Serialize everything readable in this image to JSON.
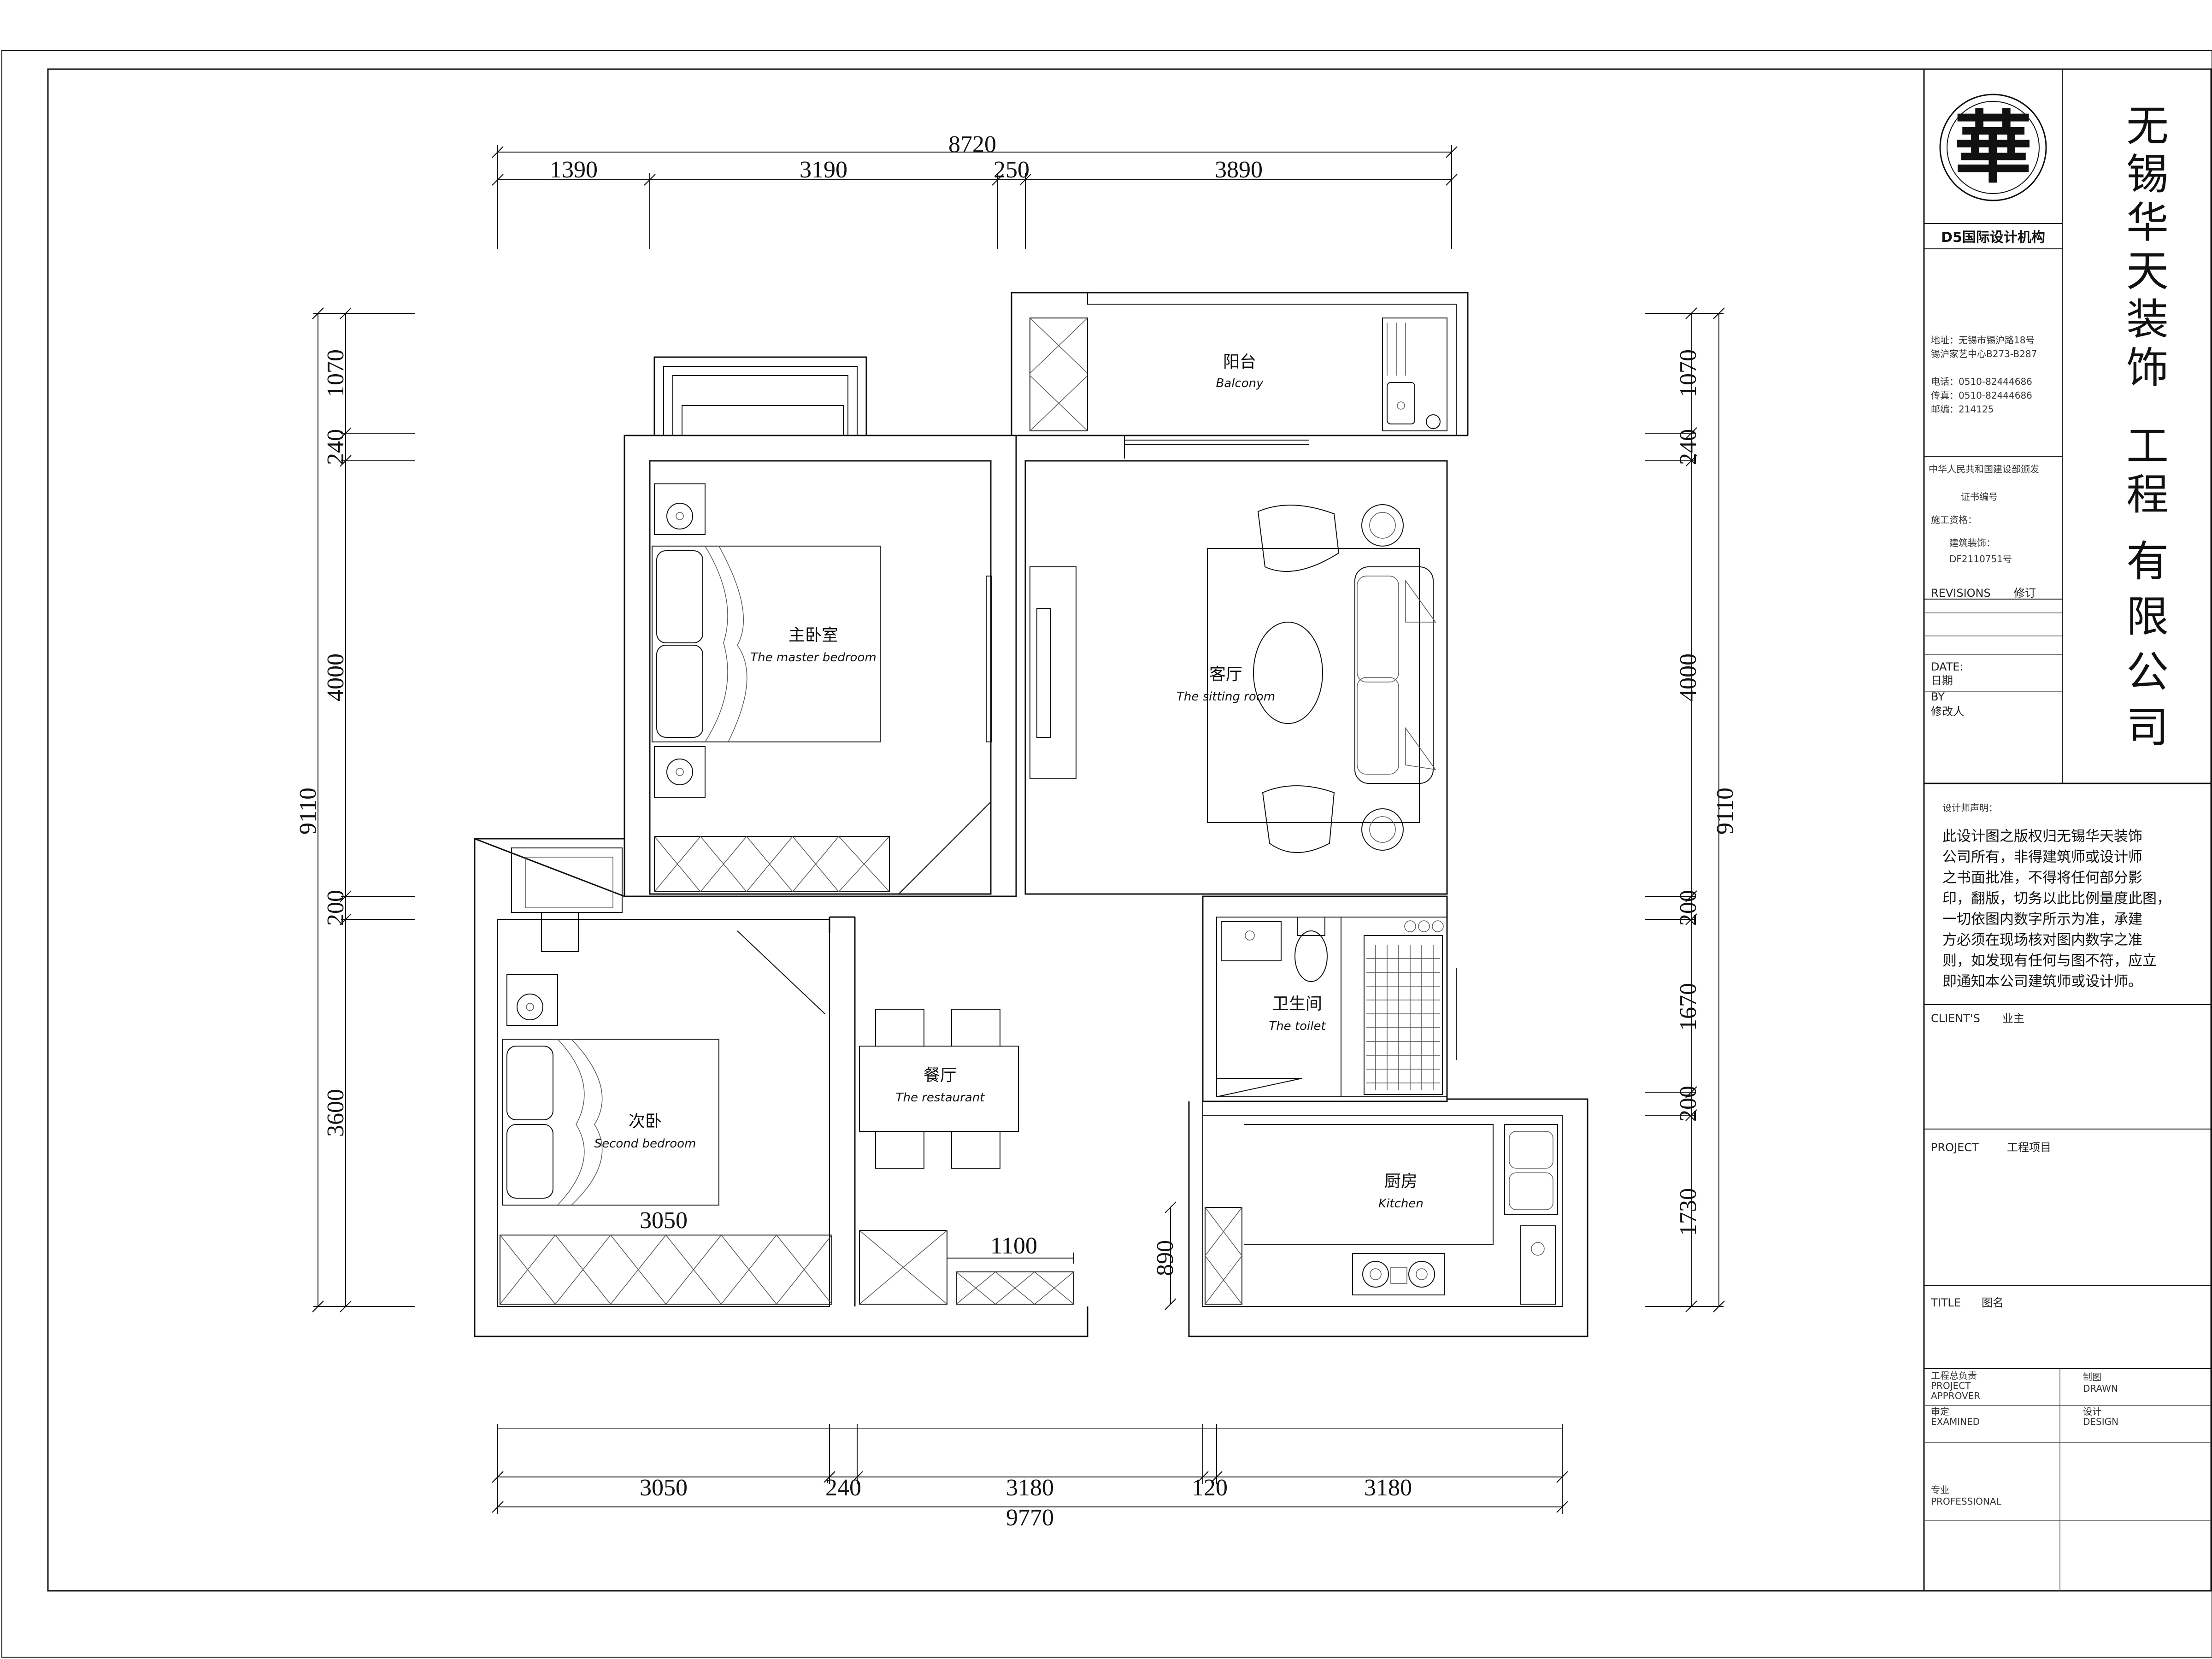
{
  "overall_dims": {
    "top_total": "8720",
    "bottom_total": "9770",
    "left_total": "9110",
    "right_total": "9110"
  },
  "top_dims": [
    "1390",
    "3190",
    "250",
    "3890"
  ],
  "bottom_dims": [
    "3050",
    "240",
    "3180",
    "120",
    "3180"
  ],
  "left_dims": [
    "1070",
    "240",
    "4000",
    "200",
    "3600"
  ],
  "right_dims": [
    "1070",
    "240",
    "4000",
    "200",
    "1670",
    "200",
    "1730"
  ],
  "inner_dims": {
    "bed2_width": "3050",
    "cabinet_width": "1100",
    "kitchen_depth": "890"
  },
  "rooms": {
    "balcony": {
      "cn": "阳台",
      "en": "Balcony"
    },
    "master": {
      "cn": "主卧室",
      "en": "The master bedroom"
    },
    "living": {
      "cn": "客厅",
      "en": "The sitting room"
    },
    "toilet": {
      "cn": "卫生间",
      "en": "The toilet"
    },
    "dining": {
      "cn": "餐厅",
      "en": "The restaurant"
    },
    "second": {
      "cn": "次卧",
      "en": "Second bedroom"
    },
    "kitchen": {
      "cn": "厨房",
      "en": "Kitchen"
    }
  },
  "title_block": {
    "logo_char": "華",
    "org": "D5国际设计机构",
    "company_chars": [
      "无",
      "锡",
      "华",
      "天",
      "装",
      "饰",
      "工",
      "程",
      "有",
      "限",
      "公",
      "司"
    ],
    "address1": "地址：无锡市锡沪路18号",
    "address2": "锡沪家艺中心B273-B287",
    "tel": "电话：0510-82444686",
    "fax": "传真：0510-82444686",
    "zip": "邮编：214125",
    "cert1": "中华人民共和国建设部颁发",
    "cert2": "证书编号",
    "cert3": "施工资格：",
    "cert4": "建筑装饰：",
    "cert5": "DF2110751号",
    "revisions": "REVISIONS",
    "revisions_cn": "修订",
    "date": "DATE:",
    "date_cn": "日期",
    "by": "BY",
    "by_cn": "修改人",
    "note_title": "设计师声明：",
    "note_lines": [
      "此设计图之版权归无锡华天装饰",
      "公司所有，非得建筑师或设计师",
      "之书面批准，不得将任何部分影",
      "印，翻版，切务以此比例量度此图，",
      "一切依图内数字所示为准，承建",
      "方必须在现场核对图内数字之准",
      "则，如发现有任何与图不符，应立",
      "即通知本公司建筑师或设计师。"
    ],
    "client": "CLIENT'S",
    "client_cn": "业主",
    "project": "PROJECT",
    "project_cn": "工程项目",
    "title": "TITLE",
    "title_cn": "图名",
    "approver_cn": "工程总负责",
    "approver1": "PROJECT",
    "approver2": "APPROVER",
    "drawn_cn": "制图",
    "drawn": "DRAWN",
    "examined_cn": "审定",
    "examined": "EXAMINED",
    "design_cn": "设计",
    "design": "DESIGN",
    "professional_cn": "专业",
    "professional": "PROFESSIONAL"
  }
}
